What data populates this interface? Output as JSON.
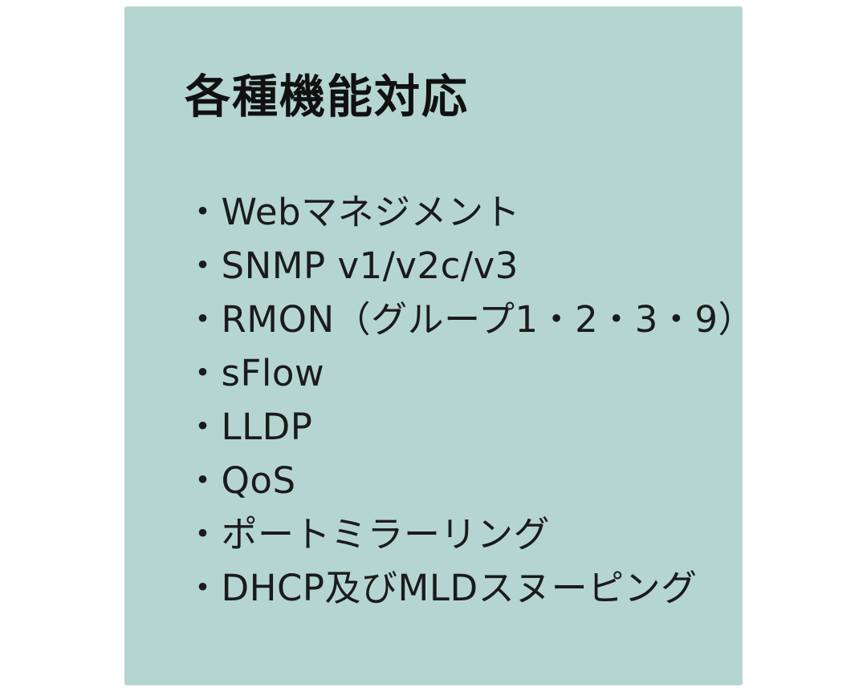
{
  "panel": {
    "title": "各種機能対応",
    "items": [
      "・Webマネジメント",
      "・SNMP v1/v2c/v3",
      "・RMON（グループ1・2・3・9）",
      "・sFlow",
      "・LLDP",
      "・QoS",
      "・ポートミラーリング",
      "・DHCP及びMLDスヌーピング"
    ],
    "colors": {
      "page_bg": "#ffffff",
      "panel_bg": "#b5d6d0",
      "text": "#1b1b1b"
    }
  }
}
